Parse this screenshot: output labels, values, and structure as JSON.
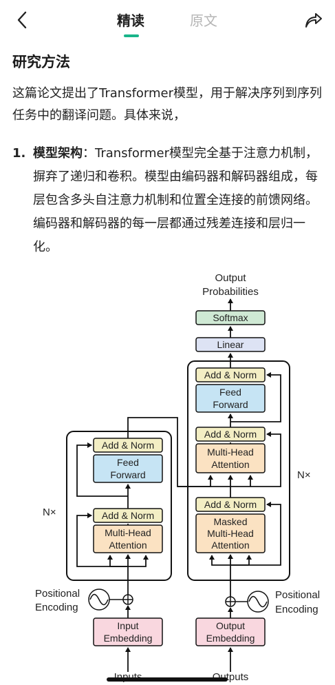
{
  "header": {
    "tabs": [
      {
        "label": "精读",
        "active": true
      },
      {
        "label": "原文",
        "active": false
      }
    ],
    "accent_color": "#19b58a"
  },
  "content": {
    "section_title": "研究方法",
    "intro": "这篇论文提出了Transformer模型，用于解决序列到序列任务中的翻译问题。具体来说，",
    "list": [
      {
        "number": "1.",
        "term": "模型架构",
        "text": "：Transformer模型完全基于注意力机制，摒弃了递归和卷积。模型由编码器和解码器组成，每层包含多头自注意力机制和位置全连接的前馈网络。编码器和解码器的每一层都通过残差连接和层归一化。"
      }
    ]
  },
  "figure": {
    "output_probabilities": [
      "Output",
      "Probabilities"
    ],
    "softmax": "Softmax",
    "linear": "Linear",
    "add_norm": "Add & Norm",
    "feed_forward": [
      "Feed",
      "Forward"
    ],
    "multi_head_attention": [
      "Multi-Head",
      "Attention"
    ],
    "masked_multi_head_attention": [
      "Masked",
      "Multi-Head",
      "Attention"
    ],
    "nx": "N×",
    "positional_encoding": [
      "Positional",
      "Encoding"
    ],
    "input_embedding": [
      "Input",
      "Embedding"
    ],
    "output_embedding": [
      "Output",
      "Embedding"
    ],
    "inputs": "Inputs",
    "outputs": "Outputs",
    "colors": {
      "add_norm": "#f3eec4",
      "feed_forward": "#c6e4f4",
      "attention": "#fbe2c2",
      "embedding": "#f9d7df",
      "softmax": "#cfe9d4",
      "linear": "#dde3f4"
    }
  }
}
